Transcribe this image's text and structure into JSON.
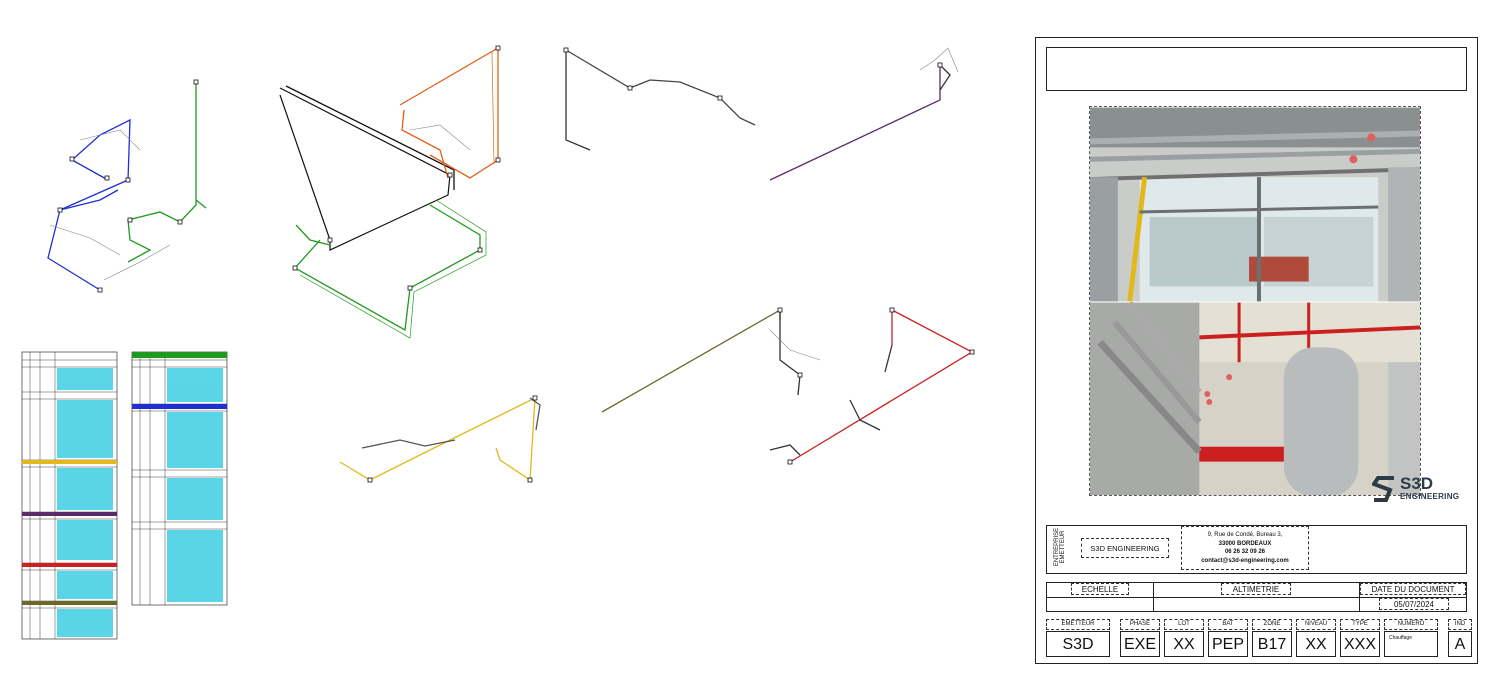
{
  "title_block": {
    "title": "",
    "logo": {
      "brand": "S3D",
      "sub": "ENGINEERING"
    },
    "issuer_label_1": "ENTREPRISE",
    "issuer_label_2": "EMETTEUR",
    "company": "S3D ENGINEERING",
    "address_line1": "9, Rue de Condé, Bureau 3,",
    "address_line2": "33000 BORDEAUX",
    "phone": "06 26 32 09 26",
    "email": "contact@s3d-engineering.com",
    "echelle_label": "ECHELLE",
    "altimetrie_label": "ALTIMETRIE",
    "date_label": "DATE DU DOCUMENT",
    "date_value": "05/07/2024",
    "codes": [
      {
        "label": "EMETTEUR",
        "value": "S3D"
      },
      {
        "label": "PHASE",
        "value": "EXE"
      },
      {
        "label": "LOT",
        "value": "XX"
      },
      {
        "label": "BAT",
        "value": "PEP"
      },
      {
        "label": "ZONE",
        "value": "B17"
      },
      {
        "label": "NIVEAU",
        "value": "XX"
      },
      {
        "label": "TYPE",
        "value": "XXX"
      },
      {
        "label": "NUMERO",
        "value": "Chauffage"
      },
      {
        "label": "IND",
        "value": "A"
      }
    ]
  },
  "colors": {
    "blue": "#1f2fd0",
    "green": "#1e9a1e",
    "orange": "#e0601c",
    "black": "#111111",
    "purple": "#5a2a6a",
    "yellow": "#e2b81c",
    "olive": "#6a6a28",
    "red": "#cc2020",
    "cyan": "#22c8e0"
  }
}
